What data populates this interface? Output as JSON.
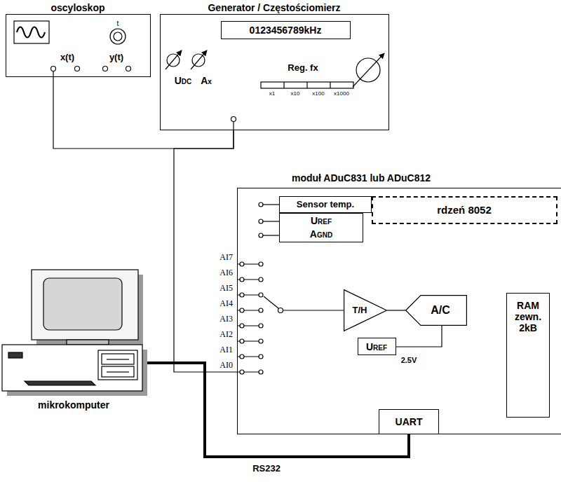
{
  "diagram": {
    "nodes": [
      {
        "text": [
          "oscyloskop",
          "x(t)",
          "y(t)"
        ]
      },
      {
        "text": [
          "Generator / Częstościomierz",
          "UDC",
          "Ax",
          "Reg. fx"
        ]
      },
      {
        "text": [
          "0123456789kHz"
        ],
        "in": 1
      },
      {
        "text": [
          "moduł ADuC831 lub ADuC812"
        ]
      },
      {
        "text": [
          "Sensor temp."
        ],
        "in": 3
      },
      {
        "text": [
          "UREF",
          "AGND"
        ],
        "in": 3
      },
      {
        "text": [
          "rdzeń 8052"
        ],
        "in": 3
      },
      {
        "text": [
          "T/H"
        ],
        "in": 3
      },
      {
        "text": [
          "A/C"
        ],
        "in": 3
      },
      {
        "text": [
          "UREF"
        ],
        "in": 3
      },
      {
        "text": [
          "RAM zewn. 2kB"
        ],
        "in": 3
      },
      {
        "text": [
          "UART"
        ],
        "in": 3
      },
      {
        "text": [
          "mikrokomputer"
        ]
      }
    ],
    "edges": [
      {
        "from": 1,
        "to": 0,
        "arrow": "none"
      },
      {
        "from": 1,
        "to": 3,
        "arrow": "none"
      },
      {
        "from": 7,
        "to": 8,
        "arrow": "none"
      },
      {
        "from": 9,
        "to": 8,
        "arrow": "none"
      },
      {
        "from": 12,
        "to": 11,
        "label": "RS232",
        "arrow": "none"
      }
    ],
    "labels": [
      "t",
      "x1",
      "x10",
      "x100",
      "x1000",
      "AI7",
      "AI6",
      "AI5",
      "AI4",
      "AI3",
      "AI2",
      "AI1",
      "AI0",
      "2.5V"
    ]
  }
}
